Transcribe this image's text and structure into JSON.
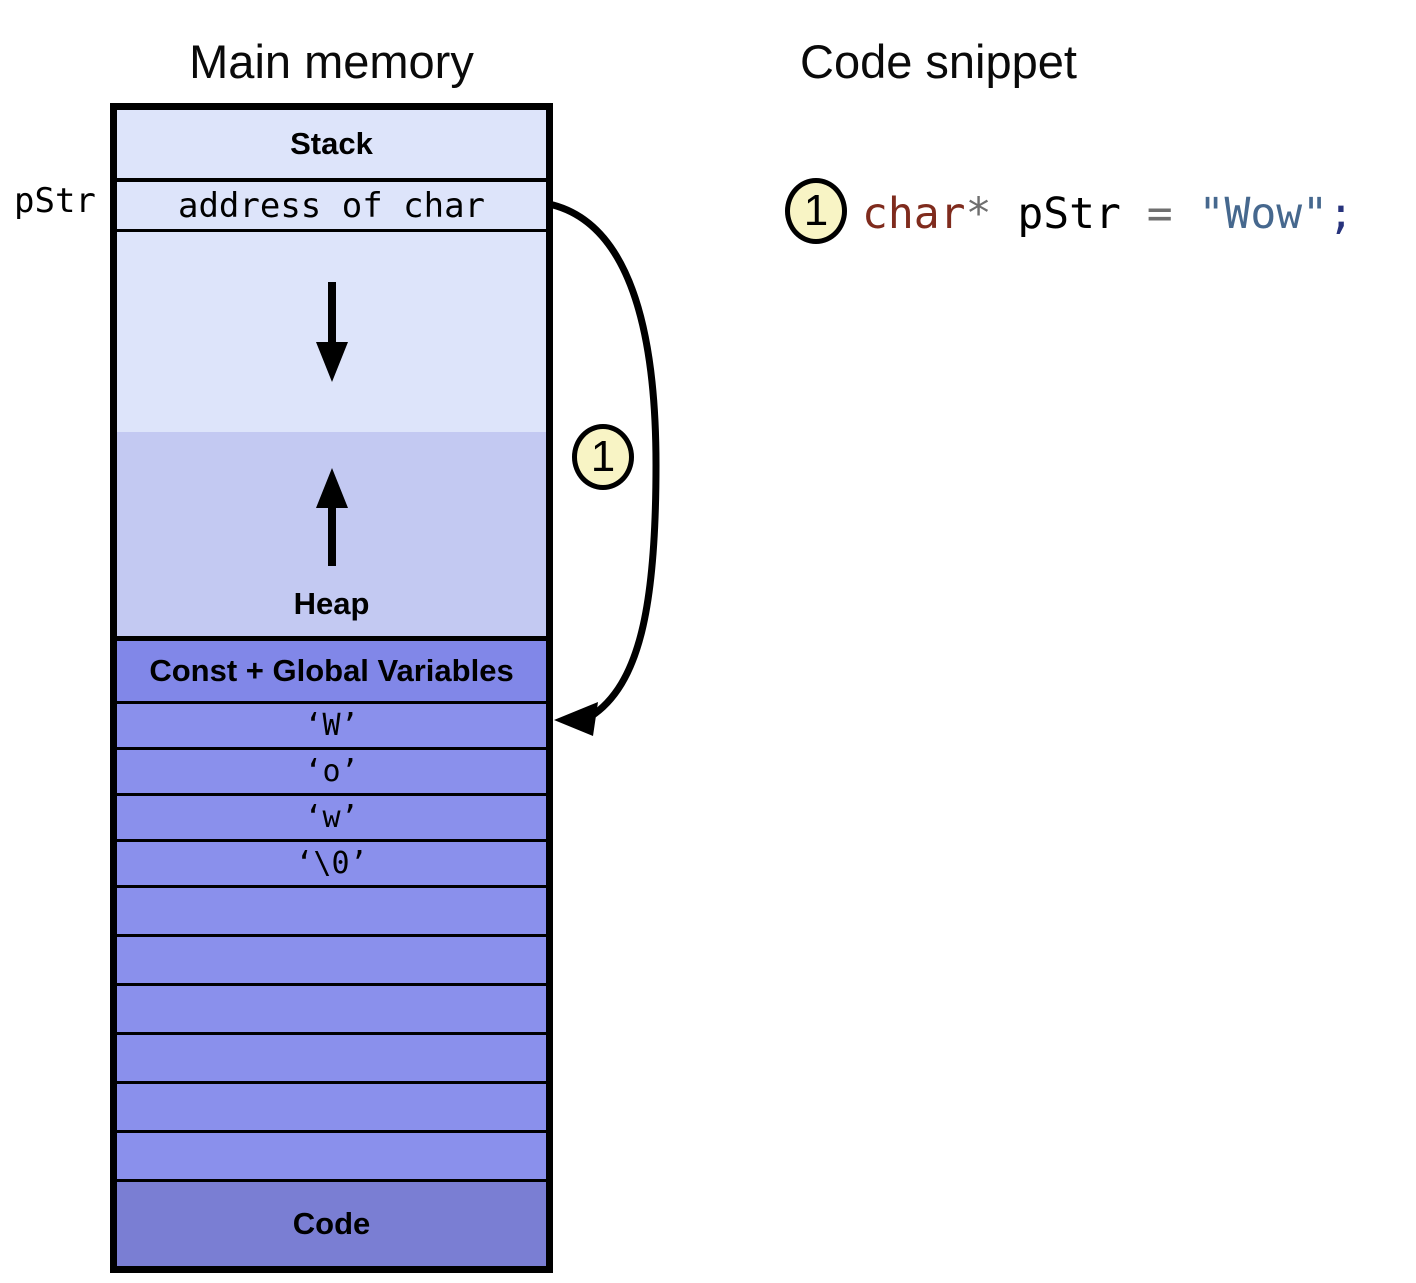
{
  "titles": {
    "main_memory": "Main memory",
    "code_snippet": "Code snippet"
  },
  "memory": {
    "pointer_label": "pStr",
    "segments": {
      "stack_label": "Stack",
      "address_cell": "address of char",
      "heap_label": "Heap",
      "const_global_label": "Const + Global Variables",
      "code_label": "Code"
    },
    "string_cells": [
      "‘W’",
      "‘o’",
      "‘w’",
      "‘\\0’"
    ],
    "empty_row_count": 6
  },
  "annotations": {
    "arrow_step_marker": "1"
  },
  "code": {
    "step_marker": "1",
    "tokens": [
      {
        "text": "char",
        "color": "#7f2b1d"
      },
      {
        "text": "* ",
        "color": "#6f6f6f"
      },
      {
        "text": "pStr ",
        "color": "#000000"
      },
      {
        "text": "= ",
        "color": "#6f6f6f"
      },
      {
        "text": "\"Wow\"",
        "color": "#46688e"
      },
      {
        "text": ";",
        "color": "#27337c"
      }
    ]
  },
  "colors": {
    "stack_light": "#dde4fa",
    "heap_mid": "#c3c9f2",
    "globals_purple": "#8a90ec",
    "const_row_purple": "#8187e8",
    "code_purple": "#7a7ed3",
    "badge_fill": "#f8f4c5",
    "border": "#000000"
  }
}
